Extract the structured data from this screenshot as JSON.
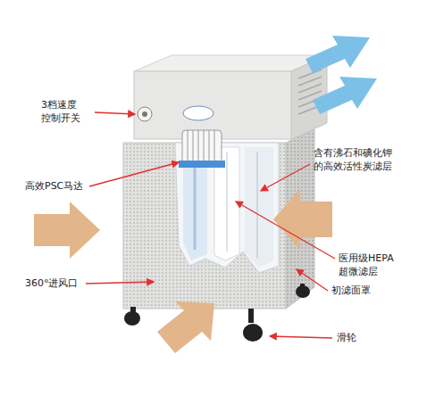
{
  "diagram": {
    "labels": [
      "3档速度 控制开关",
      "高效PSC马达",
      "含有沸石和碘化钾 的高效活性炭滤层",
      "医用级HEPA 超微滤层",
      "360°进风口",
      "初滤面罩",
      "滑轮"
    ]
  }
}
